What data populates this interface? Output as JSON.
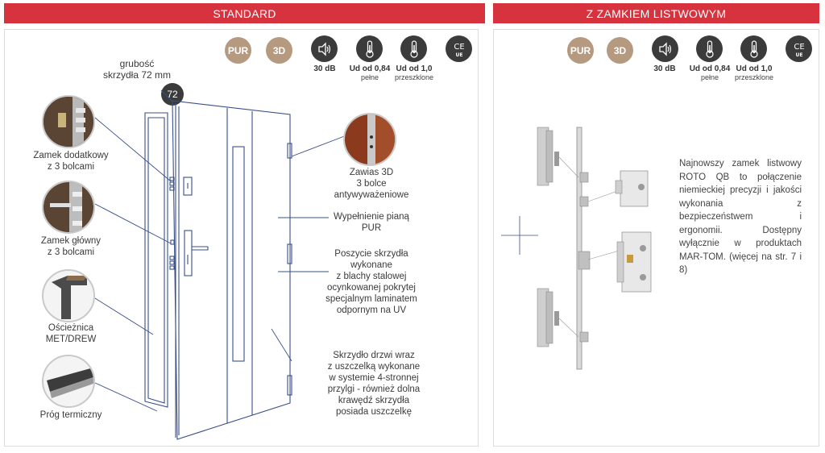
{
  "headers": {
    "left": "STANDARD",
    "right": "Z ZAMKIEM LISTWOWYM"
  },
  "left_panel": {
    "badges": {
      "pur": "PUR",
      "threed": "3D"
    },
    "features": [
      {
        "icon": "speaker-icon",
        "value": "30 dB",
        "sub": ""
      },
      {
        "icon": "thermometer-icon",
        "value": "Ud od 0,84",
        "sub": "pełne"
      },
      {
        "icon": "thermometer-icon",
        "value": "Ud od 1,0",
        "sub": "przeszklone"
      },
      {
        "icon": "ce-ue-icon",
        "value": "",
        "sub": ""
      }
    ],
    "thickness_label": "grubość\nskrzydła 72 mm",
    "thickness_value": "72",
    "callouts": {
      "extra_lock": "Zamek dodatkowy\nz 3 bolcami",
      "main_lock": "Zamek główny\nz 3 bolcami",
      "frame": "Ościeżnica\nMET/DREW",
      "threshold": "Próg termiczny",
      "hinge": "Zawias 3D\n3 bolce\nantywyważeniowe",
      "filling": "Wypełnienie pianą\nPUR",
      "cladding": "Poszycie skrzydła\nwykonane\nz blachy stalowej\nocynkowanej pokrytej\nspecjalnym laminatem\nodpornym na UV",
      "gasket": "Skrzydło drzwi wraz\nz uszczelką wykonane\nw systemie 4-stronnej\nprzylgi - również dolna\nkrawędź skrzydła\nposiada uszczelkę"
    }
  },
  "right_panel": {
    "badges": {
      "pur": "PUR",
      "threed": "3D"
    },
    "features": [
      {
        "icon": "speaker-icon",
        "value": "30 dB",
        "sub": ""
      },
      {
        "icon": "thermometer-icon",
        "value": "Ud od 0,84",
        "sub": "pełne"
      },
      {
        "icon": "thermometer-icon",
        "value": "Ud od 1,0",
        "sub": "przeszklone"
      },
      {
        "icon": "ce-ue-icon",
        "value": "",
        "sub": ""
      }
    ],
    "description": "Najnowszy zamek listwowy ROTO QB to połączenie niemieckiej precyzji i jakości wykonania z bezpieczeństwem i ergonomii. Dostępny wyłącznie w produktach MAR-TOM. (więcej na str. 7 i 8)"
  },
  "colors": {
    "header": "#d6333f",
    "badge": "#b59a80",
    "icon_bg": "#3b3b3b",
    "line": "#3a4f8a"
  }
}
